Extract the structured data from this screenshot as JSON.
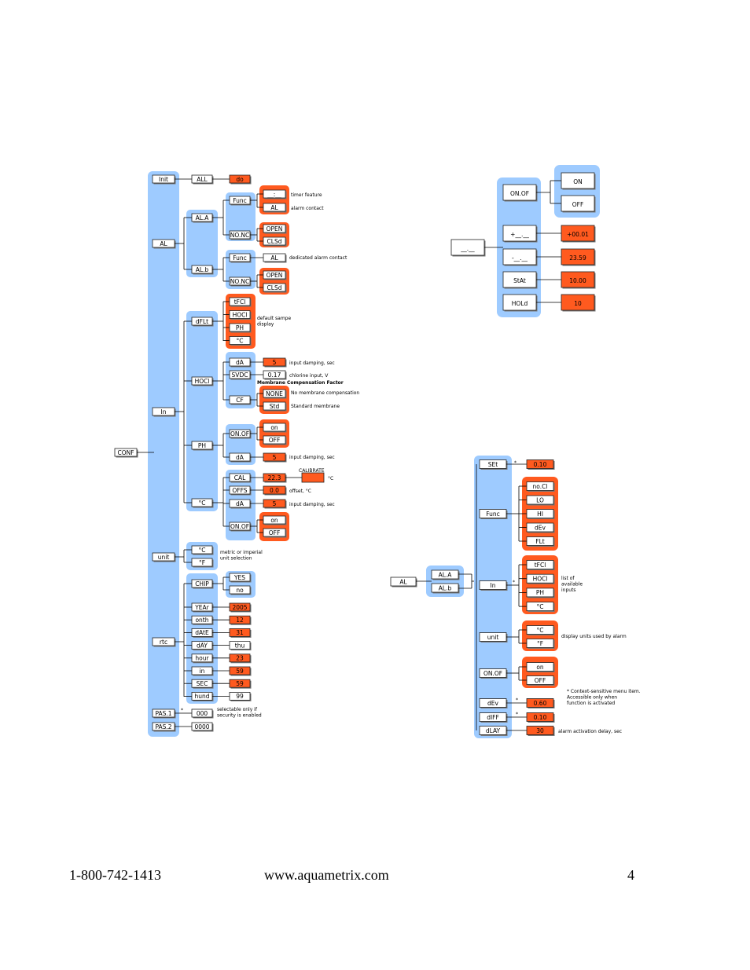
{
  "footer": {
    "phone": "1-800-742-1413",
    "website": "www.aquametrix.com",
    "page_number": "4"
  },
  "main_tree": {
    "root": "CONF",
    "items": [
      "Init",
      "AL",
      "In",
      "unit",
      "rtc",
      "PAS.1",
      "PAS.2"
    ],
    "init": {
      "all": "ALL",
      "value": "do"
    },
    "al": {
      "alarm_a": "AL.A",
      "alarm_b": "AL.b",
      "func": "Func",
      "timer_value": "__:__",
      "al_value": "AL",
      "nonc": "NO.NC",
      "open": "OPEN",
      "clsd": "CLSd",
      "note_timer": "timer feature",
      "note_alarm": "alarm contact",
      "note_dedicated": "dedicated alarm contact"
    },
    "in": {
      "dflt": "dFLt",
      "hocl": "HOCl",
      "ph": "PH",
      "degc": "°C",
      "sources": [
        "tFCl",
        "HOCl",
        "PH",
        "°C"
      ],
      "note_default": "default sampe\ndisplay",
      "da": "dA",
      "da_value": "5",
      "note_damping": "input damping, sec",
      "svdc": "SVDC",
      "svdc_value": "0.17",
      "note_svdc": "chlorine input, V",
      "cf_header": "Membrane Compensation Factor",
      "cf": "CF",
      "cf_none": "NONE",
      "cf_std": "Std",
      "note_none": "No membrane compensation",
      "note_std": "Standard membrane",
      "onof": "ON.OF",
      "on": "on",
      "off": "OFF",
      "cal": "CAL",
      "cal_value": "22.3",
      "calibrate": "CALIBRATE",
      "cal_unit": "°C",
      "offs": "OFFS",
      "offs_value": "0.0",
      "note_offset": "offset, °C"
    },
    "unit": {
      "c": "°C",
      "f": "°F",
      "note": "metric or imperial\nunit selection"
    },
    "rtc": {
      "chip": "CHIP",
      "yes": "YES",
      "no": "no",
      "fields": [
        {
          "label": "YEAr",
          "value": "2005",
          "red": true
        },
        {
          "label": "onth",
          "value": "12",
          "red": true
        },
        {
          "label": "dAtE",
          "value": "31",
          "red": true
        },
        {
          "label": "dAY",
          "value": "thu",
          "red": false
        },
        {
          "label": "hour",
          "value": "23",
          "red": true
        },
        {
          "label": "in",
          "value": "59",
          "red": true
        },
        {
          "label": "SEC",
          "value": "59",
          "red": true
        },
        {
          "label": "hund",
          "value": "99",
          "red": false
        }
      ]
    },
    "pas": {
      "pas1": "000",
      "pas2": "0000",
      "star": "*",
      "note": "selectable only if\nsecurity is enabled"
    }
  },
  "timer_tree": {
    "root": "__.__",
    "items": [
      "ON.OF",
      "+__.__",
      "-__.__",
      "StAt",
      "HOLd"
    ],
    "onoff_values": [
      "ON",
      "OFF"
    ],
    "values": [
      "+00.01",
      "23.59",
      "10.00",
      "10"
    ]
  },
  "alarm_tree": {
    "root": "AL",
    "sub": [
      "AL.A",
      "AL.b"
    ],
    "items": [
      "SEt",
      "Func",
      "In",
      "unit",
      "ON.OF",
      "dEv",
      "dIFF",
      "dLAY"
    ],
    "set_value": "0.10",
    "func_values": [
      "no.Cl",
      "LO",
      "HI",
      "dEv",
      "FLt"
    ],
    "in_values": [
      "tFCl",
      "HOCl",
      "PH",
      "°C"
    ],
    "unit_values": [
      "°C",
      "°F"
    ],
    "onof_values": [
      "on",
      "OFF"
    ],
    "dev_value": "0.60",
    "diff_value": "0.10",
    "dlay_value": "30",
    "star": "*",
    "note_inputs": "list of\navailable\ninputs",
    "note_units": "display units used by alarm",
    "note_context": "* Context-sensitive menu item.\nAccessible only when\nfunction is activated",
    "note_delay": "alarm activation delay, sec"
  },
  "colors": {
    "blue_panel": "#9ecbff",
    "orange_panel": "#ff5a1f",
    "value_box": "#ff5a1f"
  }
}
